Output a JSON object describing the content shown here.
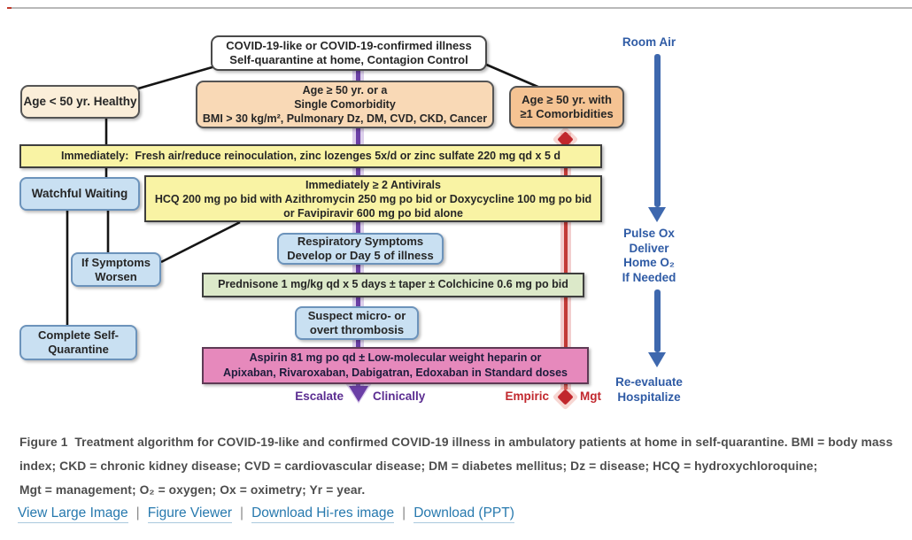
{
  "flowchart": {
    "title_box": {
      "line1": "COVID-19-like or COVID-19-confirmed illness",
      "line2": "Self-quarantine at home, Contagion Control"
    },
    "age_lt50": "Age < 50 yr. Healthy",
    "age_ge50_single": {
      "line1": "Age ≥ 50 yr. or a",
      "line2": "Single Comorbidity",
      "line3": "BMI > 30 kg/m², Pulmonary Dz, DM, CVD, CKD, Cancer"
    },
    "age_ge50_multi": {
      "line1": "Age ≥ 50 yr. with",
      "line2": "≥1 Comorbidities"
    },
    "immediately_zinc": "Immediately:  Fresh air/reduce reinoculation, zinc lozenges 5x/d or zinc sulfate 220 mg qd x 5 d",
    "watchful_waiting": "Watchful Waiting",
    "antivirals": {
      "line1": "Immediately ≥ 2 Antivirals",
      "line2": "HCQ 200 mg po bid with Azithromycin 250 mg po bid or Doxycycline 100 mg po bid",
      "line3": "or Favipiravir 600 mg po bid alone"
    },
    "if_symptoms": {
      "line1": "If Symptoms",
      "line2": "Worsen"
    },
    "respiratory": {
      "line1": "Respiratory Symptoms",
      "line2": "Develop or Day 5 of illness"
    },
    "prednisone": "Prednisone 1 mg/kg qd x 5 days ± taper ± Colchicine 0.6 mg po bid",
    "thrombosis": {
      "line1": "Suspect micro- or",
      "line2": "overt thrombosis"
    },
    "complete_quarantine": {
      "line1": "Complete Self-",
      "line2": "Quarantine"
    },
    "anticoagulation": {
      "line1": "Aspirin 81 mg po qd ± Low-molecular weight heparin or",
      "line2": "Apixaban, Rivaroxaban, Dabigatran, Edoxaban in Standard doses"
    },
    "escalate_label": {
      "left": "Escalate",
      "right": "Clinically"
    },
    "empiric_label": {
      "left": "Empiric",
      "right": "Mgt"
    },
    "right_rail": {
      "room_air": "Room Air",
      "pulse_ox": {
        "line1": "Pulse Ox",
        "line2": "Deliver",
        "line3": "Home O₂",
        "line4": "If Needed"
      },
      "reevaluate": {
        "line1": "Re-evaluate",
        "line2": "Hospitalize"
      }
    },
    "colors": {
      "escalate_purple": "#5B2D91",
      "empiric_red": "#C1272D",
      "rail_blue": "#2F5BA5",
      "yellow_box": "#F9F3A4",
      "green_box": "#DCE9C9",
      "pink_box": "#E689BC",
      "blue_box": "#C9E0F2",
      "orange_box": "#F5C393"
    }
  },
  "caption": {
    "line1": "Figure 1  Treatment algorithm for COVID-19-like and confirmed COVID-19 illness in ambulatory patients at home in self-quarantine. BMI = body mass",
    "line2": "index; CKD = chronic kidney disease; CVD = cardiovascular disease; DM = diabetes mellitus; Dz = disease; HCQ = hydroxychloroquine;",
    "line3": "Mgt = management; O₂ = oxygen; Ox = oximetry; Yr = year."
  },
  "links": {
    "view_large": "View Large Image",
    "figure_viewer": "Figure Viewer",
    "download_hires": "Download Hi-res image",
    "download_ppt": "Download (PPT)",
    "separator": "|"
  }
}
